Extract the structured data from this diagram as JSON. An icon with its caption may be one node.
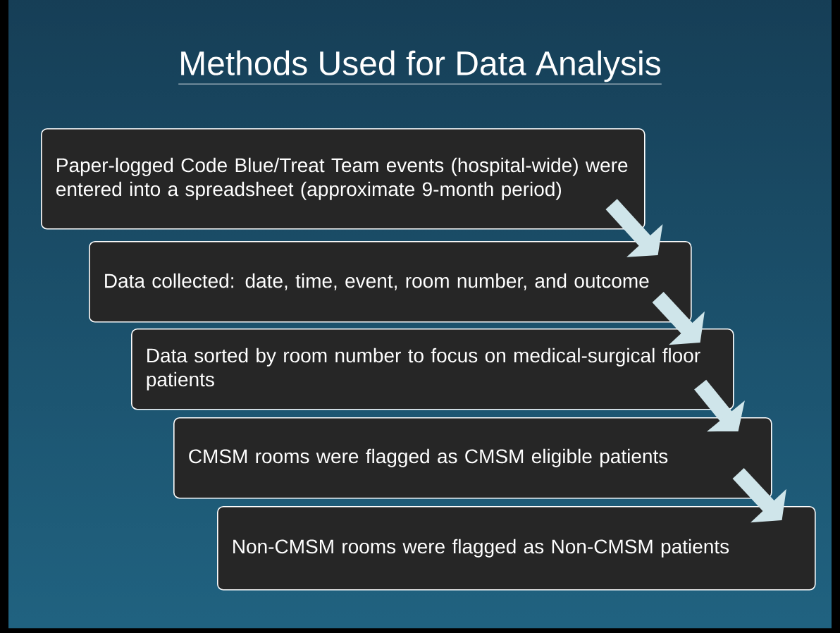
{
  "diagram": {
    "title": "Methods Used for Data Analysis",
    "nodes": [
      {
        "text": [
          "Paper-logged Code Blue/Treat Team events (hospital-wide) were entered into a spreadsheet (approximate 9-month period)"
        ]
      },
      {
        "text": [
          "Data collected: date, time, event, room number, and outcome"
        ]
      },
      {
        "text": [
          "Data sorted by room number to focus on medical-surgical floor patients"
        ]
      },
      {
        "text": [
          "CMSM rooms were flagged as CMSM eligible patients"
        ]
      },
      {
        "text": [
          "Non-CMSM rooms were flagged as Non-CMSM patients"
        ]
      }
    ],
    "edges": [
      {
        "from": 0,
        "to": 1,
        "arrow": "to"
      },
      {
        "from": 1,
        "to": 2,
        "arrow": "to"
      },
      {
        "from": 2,
        "to": 3,
        "arrow": "to"
      },
      {
        "from": 3,
        "to": 4,
        "arrow": "to"
      }
    ]
  }
}
